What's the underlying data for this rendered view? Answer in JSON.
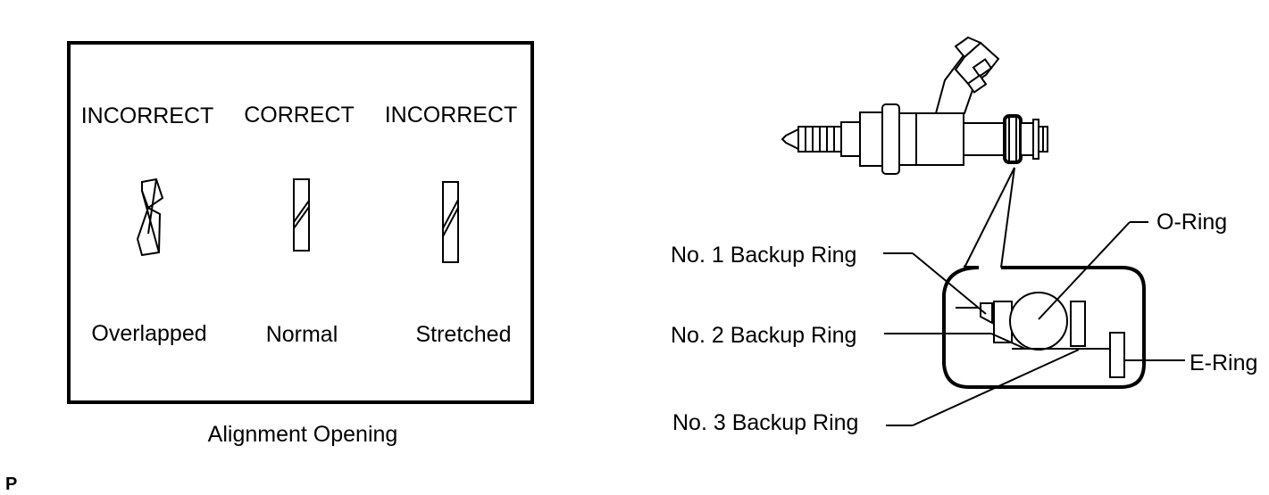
{
  "alignment_panel": {
    "headers": [
      "INCORRECT",
      "CORRECT",
      "INCORRECT"
    ],
    "states": [
      "Overlapped",
      "Normal",
      "Stretched"
    ],
    "caption": "Alignment Opening"
  },
  "injector_callouts": {
    "o_ring": "O-Ring",
    "backup_ring_1": "No. 1 Backup Ring",
    "backup_ring_2": "No. 2 Backup Ring",
    "backup_ring_3": "No. 3 Backup Ring",
    "e_ring": "E-Ring"
  },
  "corner_mark": "P"
}
